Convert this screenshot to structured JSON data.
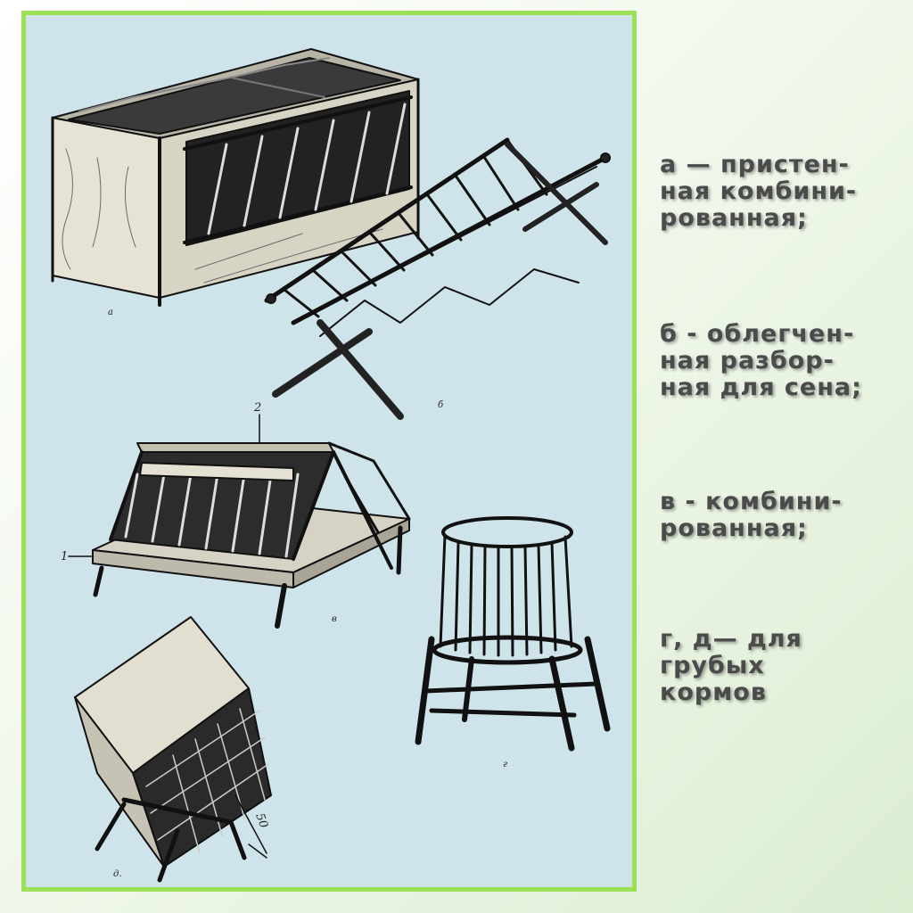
{
  "figure": {
    "labels": {
      "a": "а",
      "b": "б",
      "v": "в",
      "g": "г",
      "d": "д.",
      "part1": "1",
      "part2": "2",
      "dim": "50"
    }
  },
  "captions": [
    {
      "lines": [
        "а — пристен-",
        "ная комбини-",
        "рованная;"
      ]
    },
    {
      "lines": [
        "б - облегчен-",
        "ная разбор-",
        "ная для сена;"
      ]
    },
    {
      "lines": [
        "в - комбини-",
        "рованная;"
      ]
    },
    {
      "lines": [
        "г, д— для",
        "грубых",
        "кормов"
      ]
    }
  ]
}
